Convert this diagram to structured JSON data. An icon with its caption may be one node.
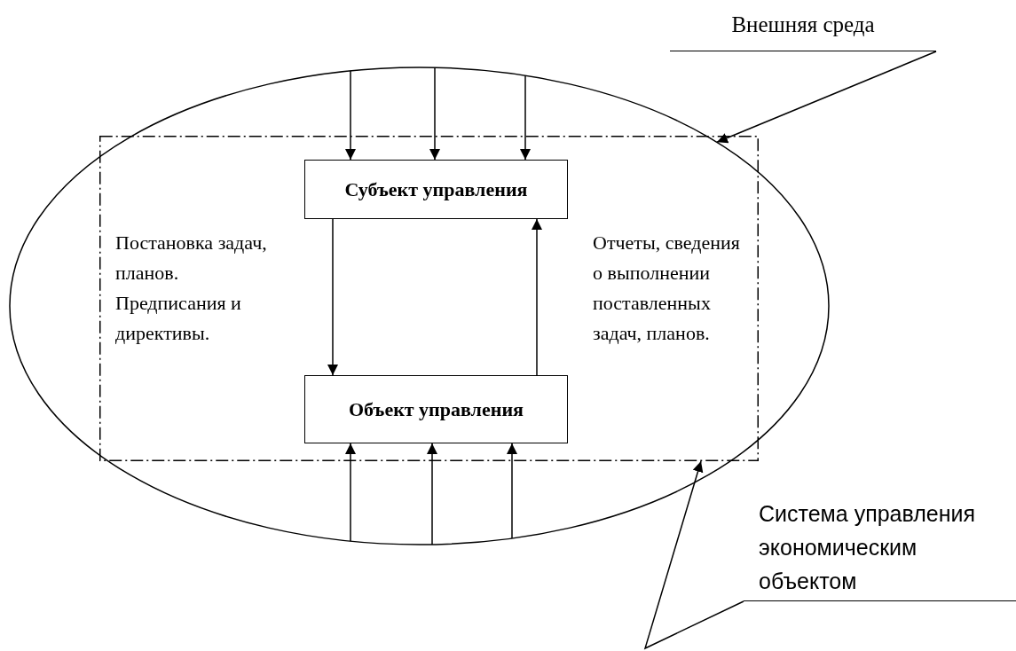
{
  "diagram": {
    "nodes": [
      {
        "text": [
          "Внешняя среда"
        ]
      },
      {
        "text": [],
        "shape": "ellipse"
      },
      {
        "text": [
          "Система управления экономическим объектом"
        ]
      },
      {
        "text": [],
        "shape": "box",
        "in": 1
      },
      {
        "text": [
          "Субъект управления"
        ],
        "in": 3
      },
      {
        "text": [
          "Объект управления"
        ],
        "in": 3
      }
    ],
    "edges": [
      {
        "from": 0,
        "to": 1,
        "arrow": "to"
      },
      {
        "from": 2,
        "to": 3,
        "arrow": "to"
      },
      {
        "from": 4,
        "to": 5,
        "arrow": "to",
        "label": "Постановка задач, планов. Предписания и директивы."
      },
      {
        "from": 5,
        "to": 4,
        "arrow": "to",
        "label": "Отчеты, сведения о выполнении поставленных задач, планов."
      },
      {
        "from": 1,
        "to": 4,
        "arrow": "to"
      },
      {
        "from": 1,
        "to": 4,
        "arrow": "to"
      },
      {
        "from": 1,
        "to": 4,
        "arrow": "to"
      },
      {
        "from": 1,
        "to": 5,
        "arrow": "to"
      },
      {
        "from": 1,
        "to": 5,
        "arrow": "to"
      },
      {
        "from": 1,
        "to": 5,
        "arrow": "to"
      }
    ]
  }
}
